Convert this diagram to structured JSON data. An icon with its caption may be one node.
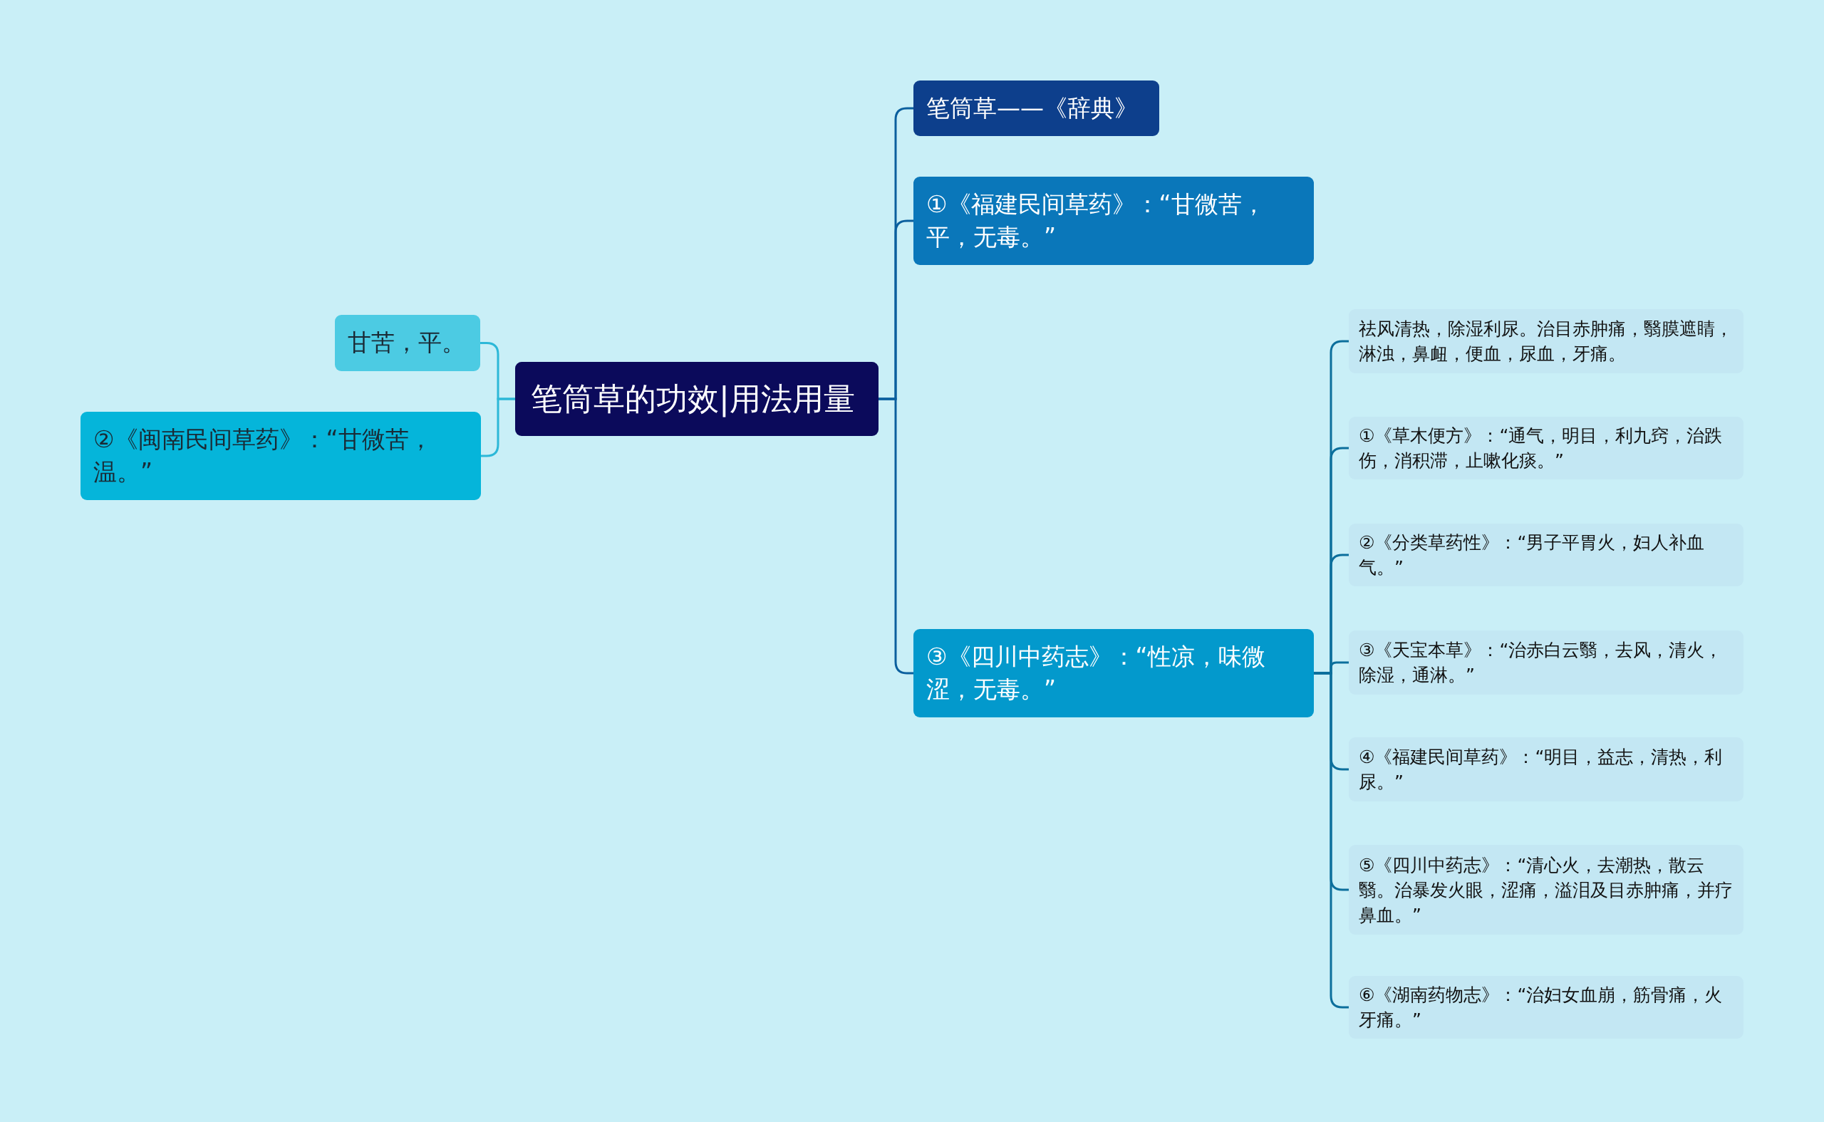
{
  "diagram": {
    "nodes": [
      {
        "text": [
          "笔筒草的功效|用法用量"
        ]
      },
      {
        "text": [
          "笔筒草——《辞典》"
        ]
      },
      {
        "text": [
          "①《福建民间草药》：“甘微苦，平，无毒。”"
        ]
      },
      {
        "text": [
          "③《四川中药志》：“性凉，味微涩，无毒。”"
        ]
      },
      {
        "text": [
          "祛风清热，除湿利尿。治目赤肿痛，翳膜遮睛，淋浊，鼻衄，便血，尿血，牙痛。"
        ]
      },
      {
        "text": [
          "①《草木便方》：“通气，明目，利九窍，治跌伤，消积滞，止嗽化痰。”"
        ]
      },
      {
        "text": [
          "②《分类草药性》：“男子平胃火，妇人补血气。”"
        ]
      },
      {
        "text": [
          "③《天宝本草》：“治赤白云翳，去风，清火，除湿，通淋。”"
        ]
      },
      {
        "text": [
          "④《福建民间草药》：“明目，益志，清热，利尿。”"
        ]
      },
      {
        "text": [
          "⑤《四川中药志》：“清心火，去潮热，散云翳。治暴发火眼，涩痛，溢泪及目赤肿痛，并疗鼻血。”"
        ]
      },
      {
        "text": [
          "⑥《湖南药物志》：“治妇女血崩，筋骨痛，火牙痛。”"
        ]
      },
      {
        "text": [
          "甘苦，平。"
        ]
      },
      {
        "text": [
          "②《闽南民间草药》：“甘微苦，温。”"
        ]
      }
    ],
    "edges": [
      {
        "from": 0,
        "to": 1,
        "arrow": "none"
      },
      {
        "from": 0,
        "to": 2,
        "arrow": "none"
      },
      {
        "from": 0,
        "to": 3,
        "arrow": "none"
      },
      {
        "from": 3,
        "to": 4,
        "arrow": "none"
      },
      {
        "from": 3,
        "to": 5,
        "arrow": "none"
      },
      {
        "from": 3,
        "to": 6,
        "arrow": "none"
      },
      {
        "from": 3,
        "to": 7,
        "arrow": "none"
      },
      {
        "from": 3,
        "to": 8,
        "arrow": "none"
      },
      {
        "from": 3,
        "to": 9,
        "arrow": "none"
      },
      {
        "from": 3,
        "to": 10,
        "arrow": "none"
      },
      {
        "from": 0,
        "to": 11,
        "arrow": "none"
      },
      {
        "from": 0,
        "to": 12,
        "arrow": "none"
      }
    ]
  }
}
